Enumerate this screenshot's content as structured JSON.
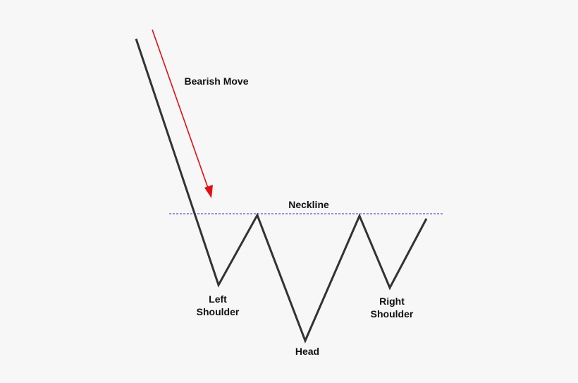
{
  "diagram": {
    "labels": {
      "bearish_move": "Bearish Move",
      "neckline": "Neckline",
      "left_shoulder": [
        "Left",
        "Shoulder"
      ],
      "head": "Head",
      "right_shoulder": [
        "Right",
        "Shoulder"
      ]
    },
    "colors": {
      "background": "#f7f7f7",
      "price_line": "#333333",
      "arrow": "#e01010",
      "neckline": "#2b2bd6",
      "text": "#111111"
    },
    "icons": {
      "arrow": "arrow-down-right-icon"
    }
  }
}
